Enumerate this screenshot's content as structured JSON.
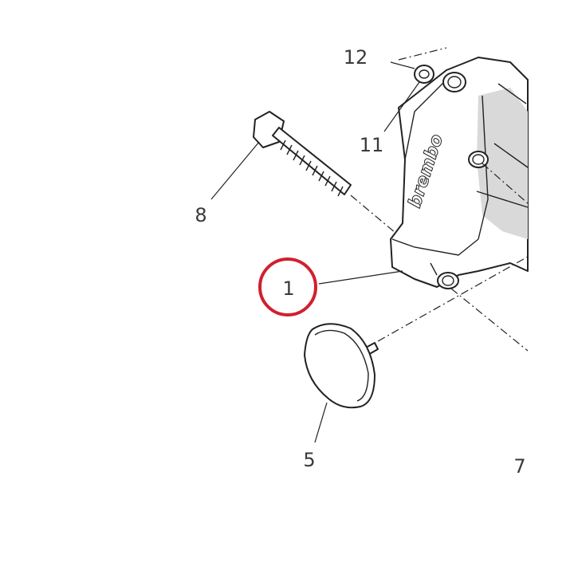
{
  "callouts": {
    "c1": "1",
    "c5": "5",
    "c7": "7",
    "c8": "8",
    "c11": "11",
    "c12": "12"
  },
  "brand": "brembo",
  "highlight": {
    "target": "1",
    "color": "#d0202f"
  }
}
